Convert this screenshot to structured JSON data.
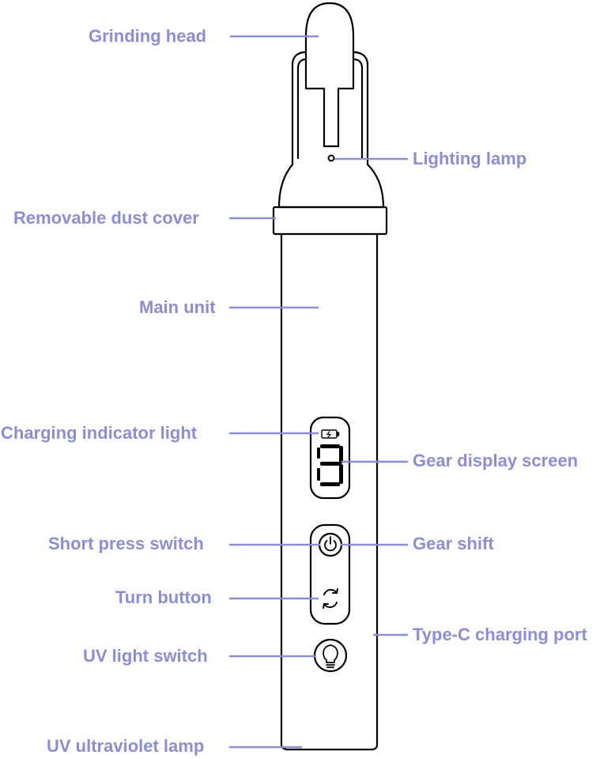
{
  "colors": {
    "label": "#8a8fd4",
    "leader_line": "#8a8fd4",
    "outline": "#000000",
    "background": "#ffffff"
  },
  "labels": {
    "grinding_head": "Grinding head",
    "lighting_lamp": "Lighting lamp",
    "removable_dust_cover": "Removable dust cover",
    "main_unit": "Main unit",
    "charging_indicator_light": "Charging indicator light",
    "gear_display_screen": "Gear display screen",
    "short_press_switch": "Short press switch",
    "gear_shift": "Gear shift",
    "turn_button": "Turn button",
    "type_c_charging_port": "Type-C charging port",
    "uv_light_switch": "UV light switch",
    "uv_ultraviolet_lamp": "UV ultraviolet lamp"
  },
  "display": {
    "gear_digit": "3"
  },
  "icons": {
    "battery": "battery-charging-icon",
    "power": "power-icon",
    "rotate": "rotate-arrows-icon",
    "bulb": "light-bulb-icon"
  }
}
